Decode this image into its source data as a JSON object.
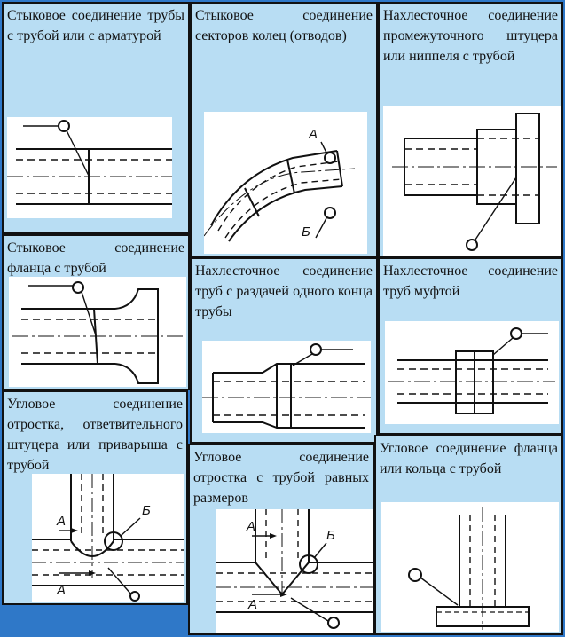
{
  "cells": [
    {
      "caption": "Стыковое соединение трубы с трубой или с арматурой"
    },
    {
      "caption": "Стыковое соединение секторов колец (отводов)",
      "labels": {
        "a": "А",
        "b": "Б"
      }
    },
    {
      "caption": "Нахлесточное соединение промежуточного штуцера или ниппеля с трубой"
    },
    {
      "caption": "Стыковое соединение фланца с трубой"
    },
    {
      "caption": "Нахлесточное соединение труб с раздачей одного конца трубы"
    },
    {
      "caption": "Нахлесточное соединение труб муфтой"
    },
    {
      "caption": "Угловое соединение отростка, ответвительного штуцера или приварыша с трубой",
      "labels": {
        "a": "А",
        "b": "Б",
        "a2": "А"
      }
    },
    {
      "caption": "Угловое соединение отростка с трубой равных размеров",
      "labels": {
        "a": "А",
        "b": "Б",
        "a2": "А"
      }
    },
    {
      "caption": "Угловое соединение фланца или кольца с трубой"
    }
  ],
  "colors": {
    "background": "#2f78c8",
    "cell": "#b8ddf3",
    "line": "#111111"
  }
}
